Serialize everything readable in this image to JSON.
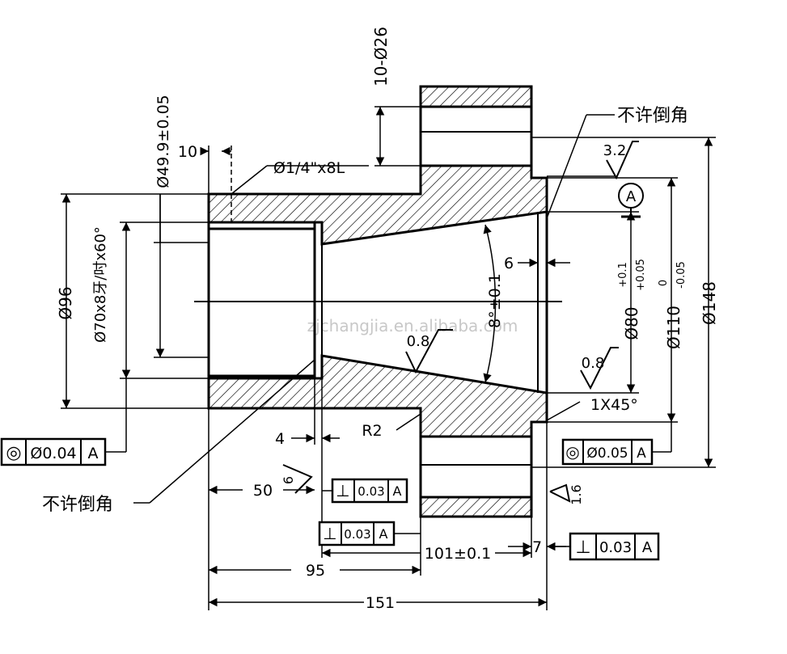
{
  "drawing": {
    "watermark": "zjchangjia.en.alibaba.com",
    "note_no_chamfer": "不许倒角",
    "roughness_3_2": "3.2",
    "roughness_0_8": "0.8",
    "roughness_1_6": "1.6",
    "roughness_6": "6",
    "datum": "A",
    "chamfer": "1X45°",
    "radius": "R2",
    "dims": {
      "holes": "10-Ø26",
      "bore_49": "Ø49.9±0.05",
      "d10": "10",
      "pipe_thread": "Ø1/4\"x8L",
      "d96": "Ø96",
      "thread_70": "Ø70x8牙/吋x60°",
      "d6": "6",
      "taper": "8°±0.1",
      "d80": "Ø80",
      "d80_upper": "+0.1",
      "d80_lower": "+0.05",
      "d110": "Ø110",
      "d110_upper": "0",
      "d110_lower": "-0.05",
      "d148": "Ø148",
      "d4": "4",
      "d50": "50",
      "d95": "95",
      "d101": "101±0.1",
      "d7": "7",
      "d151": "151"
    },
    "fcf": {
      "conc_004_sym": "◎",
      "conc_004_tol": "Ø0.04",
      "conc_005_sym": "◎",
      "conc_005_tol": "Ø0.05",
      "perp_sym": "⊥",
      "perp_tol": "0.03"
    }
  }
}
